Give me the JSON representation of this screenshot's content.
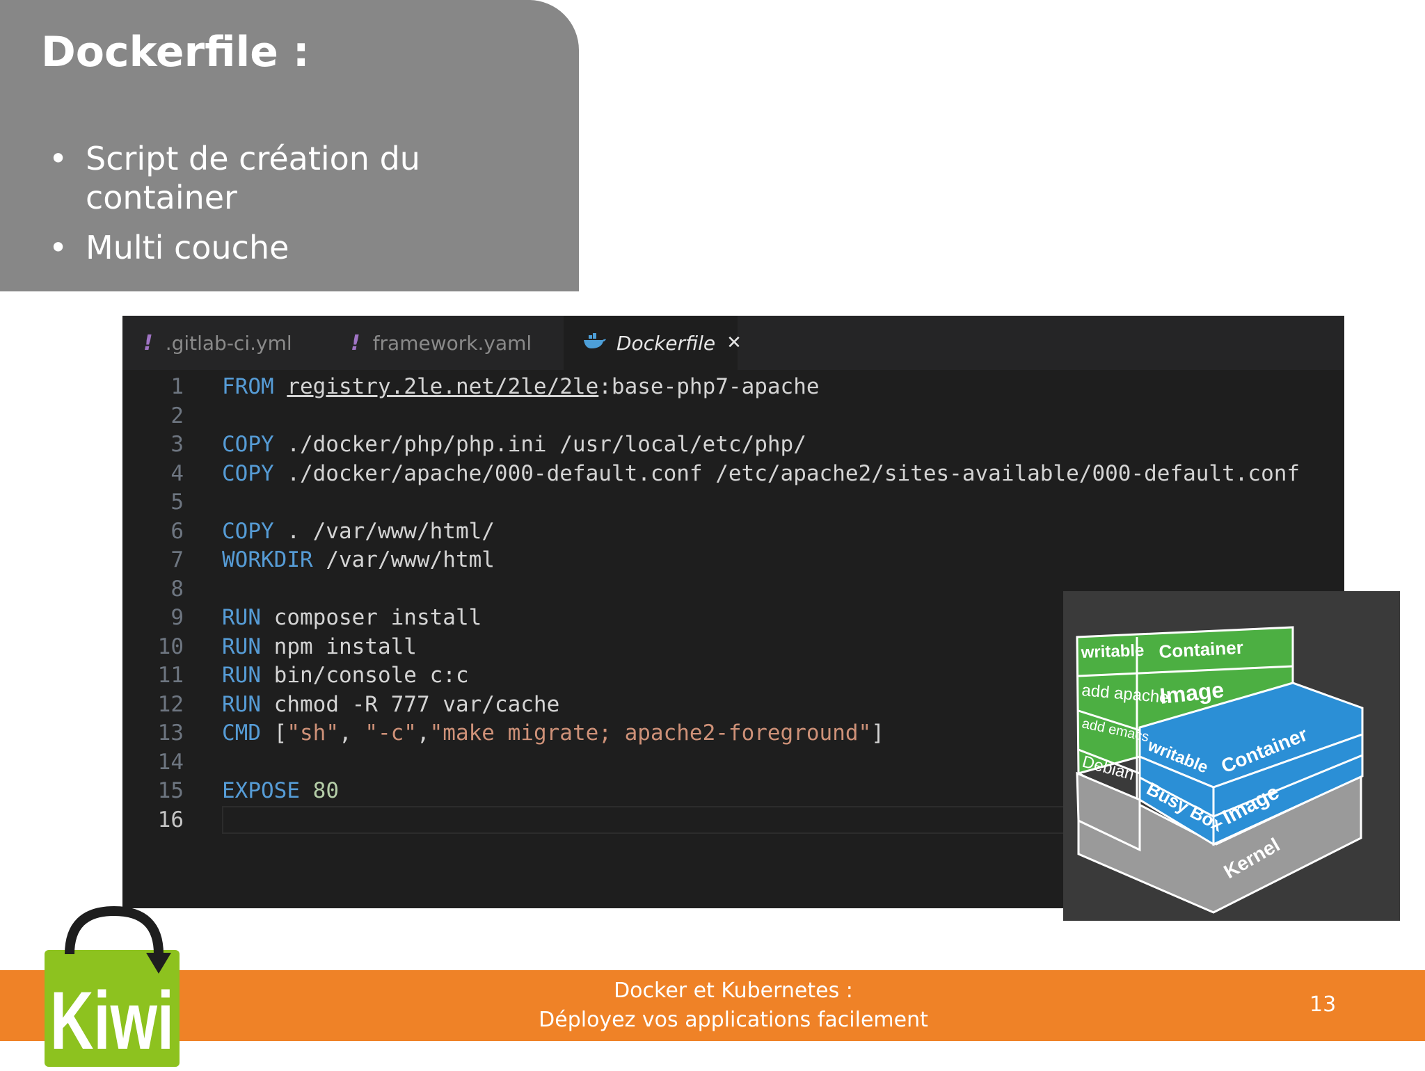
{
  "slide": {
    "title": "Dockerfile :",
    "bullets": [
      "Script de création du container",
      "Multi couche"
    ]
  },
  "editor": {
    "tabs": [
      {
        "label": ".gitlab-ci.yml",
        "icon": "exclamation-icon"
      },
      {
        "label": "framework.yaml",
        "icon": "exclamation-icon"
      },
      {
        "label": "Dockerfile",
        "icon": "docker-whale-icon",
        "close": "✕"
      }
    ],
    "lines": [
      {
        "n": "1",
        "segs": [
          {
            "t": "FROM",
            "c": "kw"
          },
          {
            "t": " "
          },
          {
            "t": "registry.2le.net/2le/2le",
            "c": "u"
          },
          {
            "t": ":base-php7-apache"
          }
        ]
      },
      {
        "n": "2",
        "segs": []
      },
      {
        "n": "3",
        "segs": [
          {
            "t": "COPY",
            "c": "kw"
          },
          {
            "t": " ./docker/php/php.ini /usr/local/etc/php/"
          }
        ]
      },
      {
        "n": "4",
        "segs": [
          {
            "t": "COPY",
            "c": "kw"
          },
          {
            "t": " ./docker/apache/000-default.conf /etc/apache2/sites-available/000-default.conf"
          }
        ]
      },
      {
        "n": "5",
        "segs": []
      },
      {
        "n": "6",
        "segs": [
          {
            "t": "COPY",
            "c": "kw"
          },
          {
            "t": " . /var/www/html/"
          }
        ]
      },
      {
        "n": "7",
        "segs": [
          {
            "t": "WORKDIR",
            "c": "kw"
          },
          {
            "t": " /var/www/html"
          }
        ]
      },
      {
        "n": "8",
        "segs": []
      },
      {
        "n": "9",
        "segs": [
          {
            "t": "RUN",
            "c": "kw"
          },
          {
            "t": " composer install"
          }
        ]
      },
      {
        "n": "10",
        "segs": [
          {
            "t": "RUN",
            "c": "kw"
          },
          {
            "t": " npm install"
          }
        ]
      },
      {
        "n": "11",
        "segs": [
          {
            "t": "RUN",
            "c": "kw"
          },
          {
            "t": " bin/console c:c"
          }
        ]
      },
      {
        "n": "12",
        "segs": [
          {
            "t": "RUN",
            "c": "kw"
          },
          {
            "t": " chmod -R 777 var/cache"
          }
        ]
      },
      {
        "n": "13",
        "segs": [
          {
            "t": "CMD",
            "c": "kw"
          },
          {
            "t": " ["
          },
          {
            "t": "\"sh\"",
            "c": "str"
          },
          {
            "t": ", "
          },
          {
            "t": "\"-c\"",
            "c": "str"
          },
          {
            "t": ","
          },
          {
            "t": "\"make migrate; apache2-foreground\"",
            "c": "str"
          },
          {
            "t": "]"
          }
        ]
      },
      {
        "n": "14",
        "segs": []
      },
      {
        "n": "15",
        "segs": [
          {
            "t": "EXPOSE",
            "c": "kw"
          },
          {
            "t": " "
          },
          {
            "t": "80",
            "c": "num"
          }
        ]
      },
      {
        "n": "16",
        "segs": [],
        "current": true
      }
    ]
  },
  "diagram": {
    "left_stack": [
      "writable",
      "add apache",
      "add emacs",
      "Debian"
    ],
    "left_labels": [
      "Container",
      "Image"
    ],
    "right_stack": [
      "writable",
      "Busy Box"
    ],
    "right_labels": [
      "Container",
      "Image",
      "Kernel"
    ]
  },
  "footer": {
    "line1": "Docker et Kubernetes :",
    "line2": "Déployez vos applications facilement",
    "page_number": "13"
  },
  "logo": {
    "text": "Kiwi"
  },
  "colors": {
    "accent": "#ef8227",
    "panel": "#878787",
    "editor_bg": "#1e1e1e",
    "keyword": "#569cd6",
    "string": "#ce9178",
    "logo_green": "#8dc21f",
    "layer_green": "#4caf42",
    "layer_blue": "#2b8fd6"
  }
}
